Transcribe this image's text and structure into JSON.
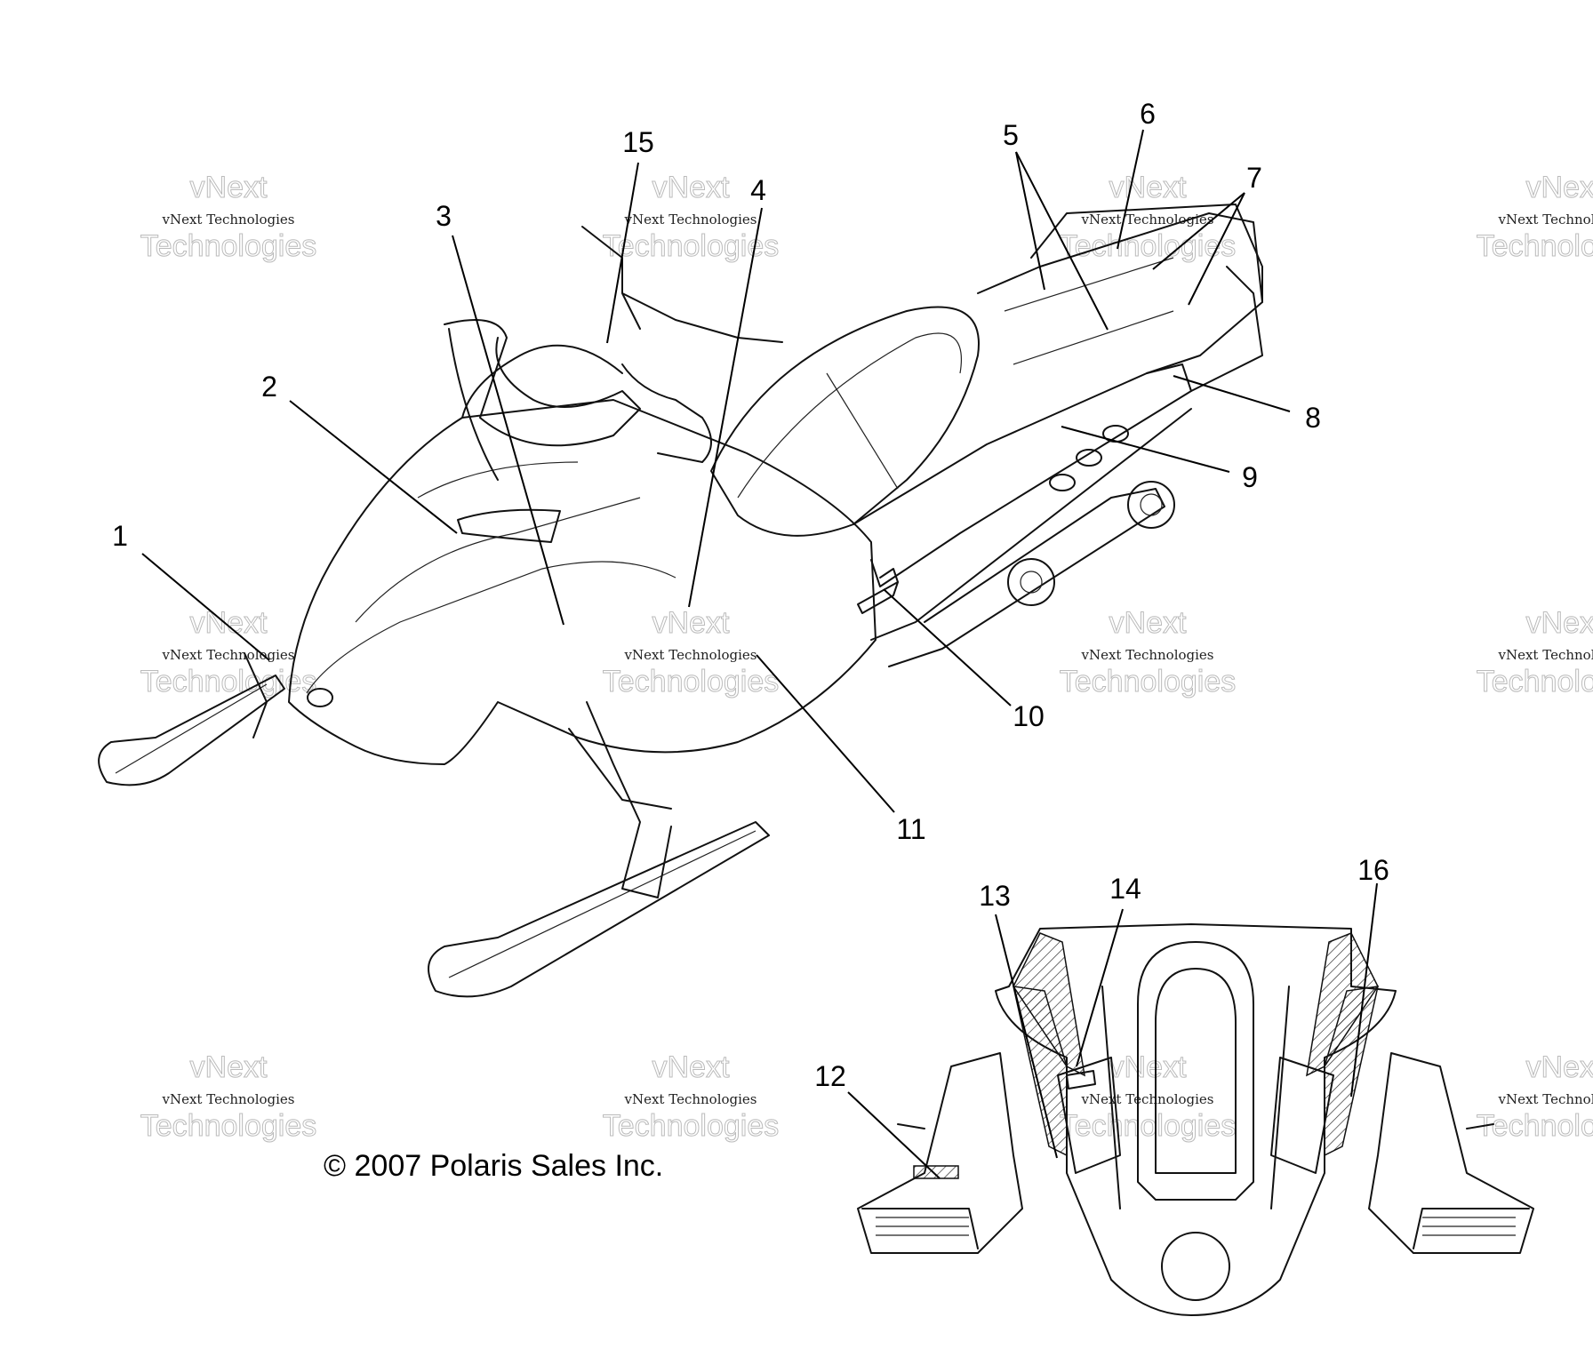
{
  "watermark": {
    "line1": "vNext",
    "line2": "vNext Technologies",
    "line3": "Technologies"
  },
  "copyright": "© 2007 Polaris Sales Inc.",
  "callouts": [
    "1",
    "2",
    "3",
    "4",
    "5",
    "6",
    "7",
    "8",
    "9",
    "10",
    "11",
    "12",
    "13",
    "14",
    "15",
    "16"
  ]
}
